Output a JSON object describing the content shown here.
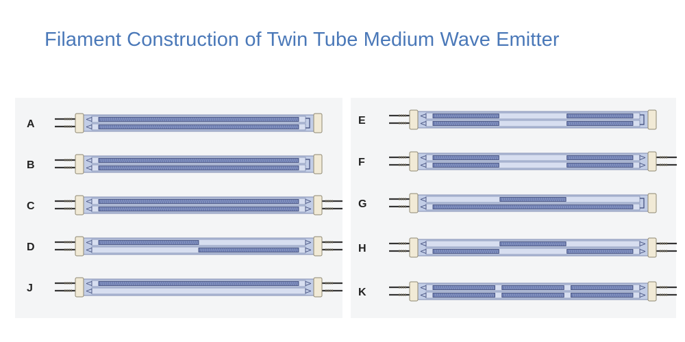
{
  "title": "Filament Construction of Twin Tube Medium Wave Emitter",
  "colors": {
    "title": "#4a78b8",
    "glass": "#c2cde6",
    "glass_edge": "#7f8cb0",
    "filament": "#6f7fb2",
    "filament_edge": "#3b4777",
    "end_cap": "#f1ead6",
    "end_cap_edge": "#8d8670",
    "lead": "#333333"
  },
  "emitters": [
    {
      "label": "A",
      "column": "left",
      "leads": "one-end",
      "top": [
        [
          0,
          1
        ]
      ],
      "bottom": [
        [
          0,
          1
        ]
      ]
    },
    {
      "label": "B",
      "column": "left",
      "leads": "one-end",
      "top": [
        [
          0,
          1
        ]
      ],
      "bottom": [
        [
          0,
          1
        ]
      ]
    },
    {
      "label": "C",
      "column": "left",
      "leads": "both-ends",
      "top": [
        [
          0,
          1
        ]
      ],
      "bottom": [
        [
          0,
          1
        ]
      ]
    },
    {
      "label": "D",
      "column": "left",
      "leads": "both-ends",
      "top": [
        [
          0,
          0.5
        ]
      ],
      "bottom": [
        [
          0.5,
          1
        ]
      ]
    },
    {
      "label": "J",
      "column": "left",
      "leads": "both-ends",
      "top": [
        [
          0,
          1
        ]
      ],
      "bottom": []
    },
    {
      "label": "E",
      "column": "right",
      "leads": "one-end",
      "top": [
        [
          0,
          0.33
        ],
        [
          0.67,
          1
        ]
      ],
      "bottom": [
        [
          0,
          0.33
        ],
        [
          0.67,
          1
        ]
      ]
    },
    {
      "label": "F",
      "column": "right",
      "leads": "both-ends",
      "top": [
        [
          0,
          0.33
        ],
        [
          0.67,
          1
        ]
      ],
      "bottom": [
        [
          0,
          0.33
        ],
        [
          0.67,
          1
        ]
      ]
    },
    {
      "label": "G",
      "column": "right",
      "leads": "one-end",
      "top": [
        [
          0.335,
          0.665
        ]
      ],
      "bottom": [
        [
          0,
          1
        ]
      ]
    },
    {
      "label": "H",
      "column": "right",
      "leads": "both-ends",
      "top": [
        [
          0.335,
          0.665
        ]
      ],
      "bottom": [
        [
          0,
          0.33
        ],
        [
          0.67,
          1
        ]
      ]
    },
    {
      "label": "K",
      "column": "right",
      "leads": "both-ends",
      "top": [
        [
          0,
          0.31
        ],
        [
          0.345,
          0.655
        ],
        [
          0.69,
          1
        ]
      ],
      "bottom": [
        [
          0,
          0.31
        ],
        [
          0.345,
          0.655
        ],
        [
          0.69,
          1
        ]
      ]
    }
  ]
}
